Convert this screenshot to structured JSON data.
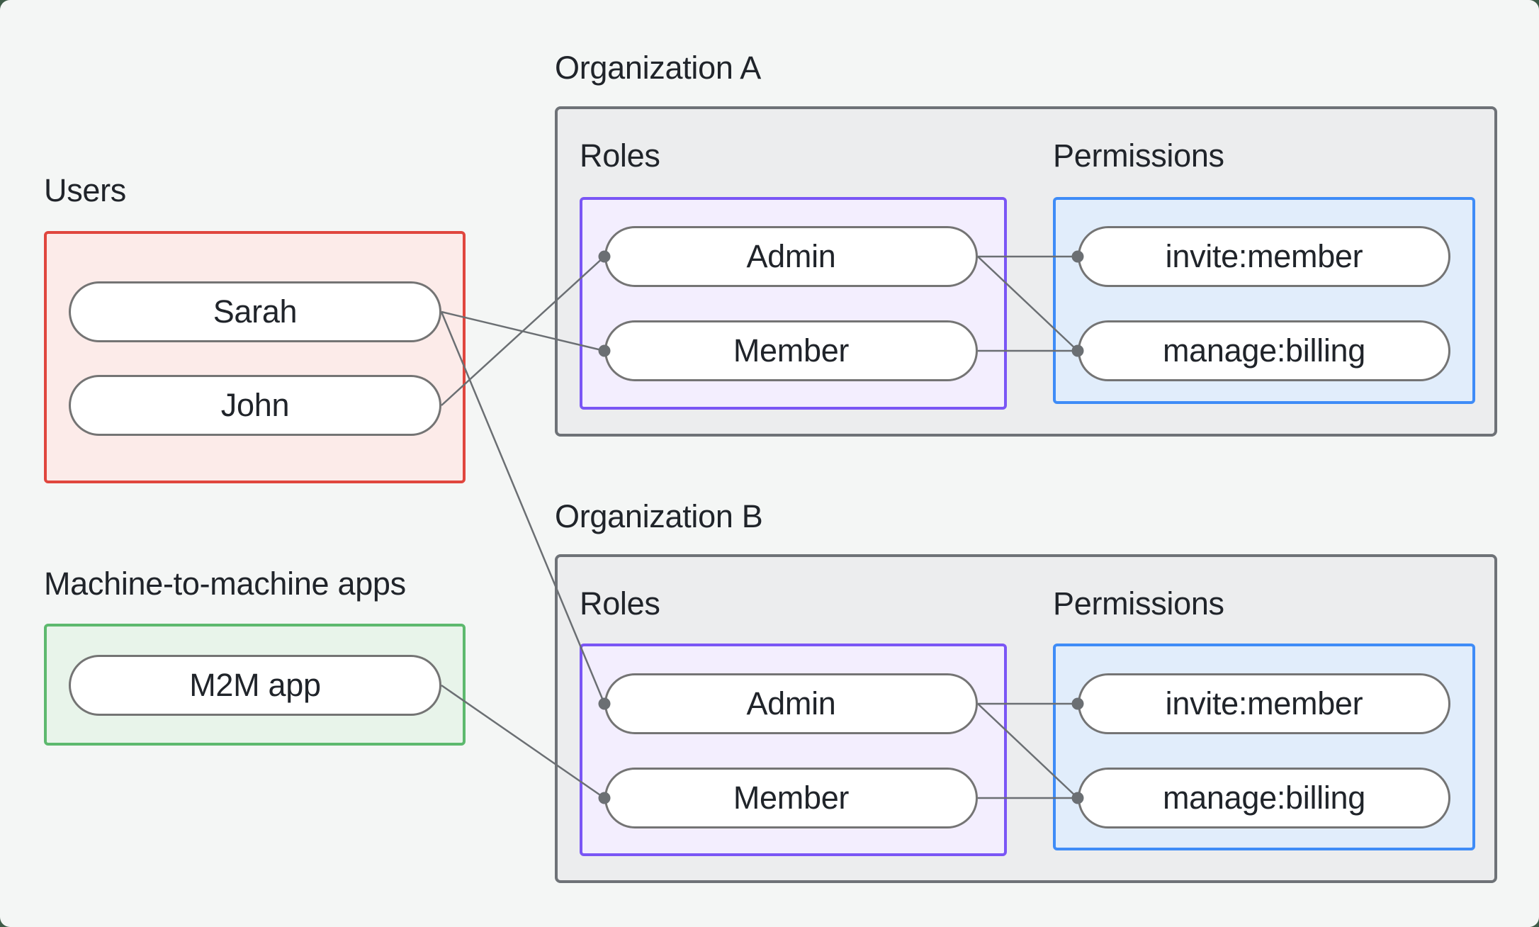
{
  "users_group": {
    "label": "Users",
    "items": [
      {
        "id": "sarah",
        "label": "Sarah"
      },
      {
        "id": "john",
        "label": "John"
      }
    ]
  },
  "m2m_group": {
    "label": "Machine-to-machine apps",
    "items": [
      {
        "id": "m2m",
        "label": "M2M app"
      }
    ]
  },
  "organizations": [
    {
      "title": "Organization A",
      "roles_label": "Roles",
      "permissions_label": "Permissions",
      "roles": [
        {
          "id": "orgA-admin",
          "label": "Admin"
        },
        {
          "id": "orgA-member",
          "label": "Member"
        }
      ],
      "permissions": [
        {
          "id": "orgA-invite",
          "label": "invite:member"
        },
        {
          "id": "orgA-manage",
          "label": "manage:billing"
        }
      ]
    },
    {
      "title": "Organization B",
      "roles_label": "Roles",
      "permissions_label": "Permissions",
      "roles": [
        {
          "id": "orgB-admin",
          "label": "Admin"
        },
        {
          "id": "orgB-member",
          "label": "Member"
        }
      ],
      "permissions": [
        {
          "id": "orgB-invite",
          "label": "invite:member"
        },
        {
          "id": "orgB-manage",
          "label": "manage:billing"
        }
      ]
    }
  ],
  "edges": [
    {
      "from": "sarah",
      "to": "orgA-member"
    },
    {
      "from": "john",
      "to": "orgA-admin"
    },
    {
      "from": "sarah",
      "to": "orgB-admin"
    },
    {
      "from": "m2m",
      "to": "orgB-member"
    },
    {
      "from": "orgA-admin",
      "to": "orgA-invite"
    },
    {
      "from": "orgA-admin",
      "to": "orgA-manage"
    },
    {
      "from": "orgA-member",
      "to": "orgA-manage"
    },
    {
      "from": "orgB-admin",
      "to": "orgB-invite"
    },
    {
      "from": "orgB-admin",
      "to": "orgB-manage"
    },
    {
      "from": "orgB-member",
      "to": "orgB-manage"
    }
  ],
  "colors": {
    "page_backdrop": "#3e5b48",
    "canvas_bg": "#f4f6f5",
    "users_border": "#e0463e",
    "users_fill": "#fcebe9",
    "m2m_border": "#5db96e",
    "m2m_fill": "#e8f4ea",
    "org_border": "#6e7277",
    "org_fill": "#ecedee",
    "roles_border": "#7a56f5",
    "roles_fill": "#f3eefe",
    "permissions_border": "#3f8cf7",
    "permissions_fill": "#e1edfb",
    "pill_border": "#747474",
    "connector": "#6b6f73",
    "text": "#20242a"
  }
}
